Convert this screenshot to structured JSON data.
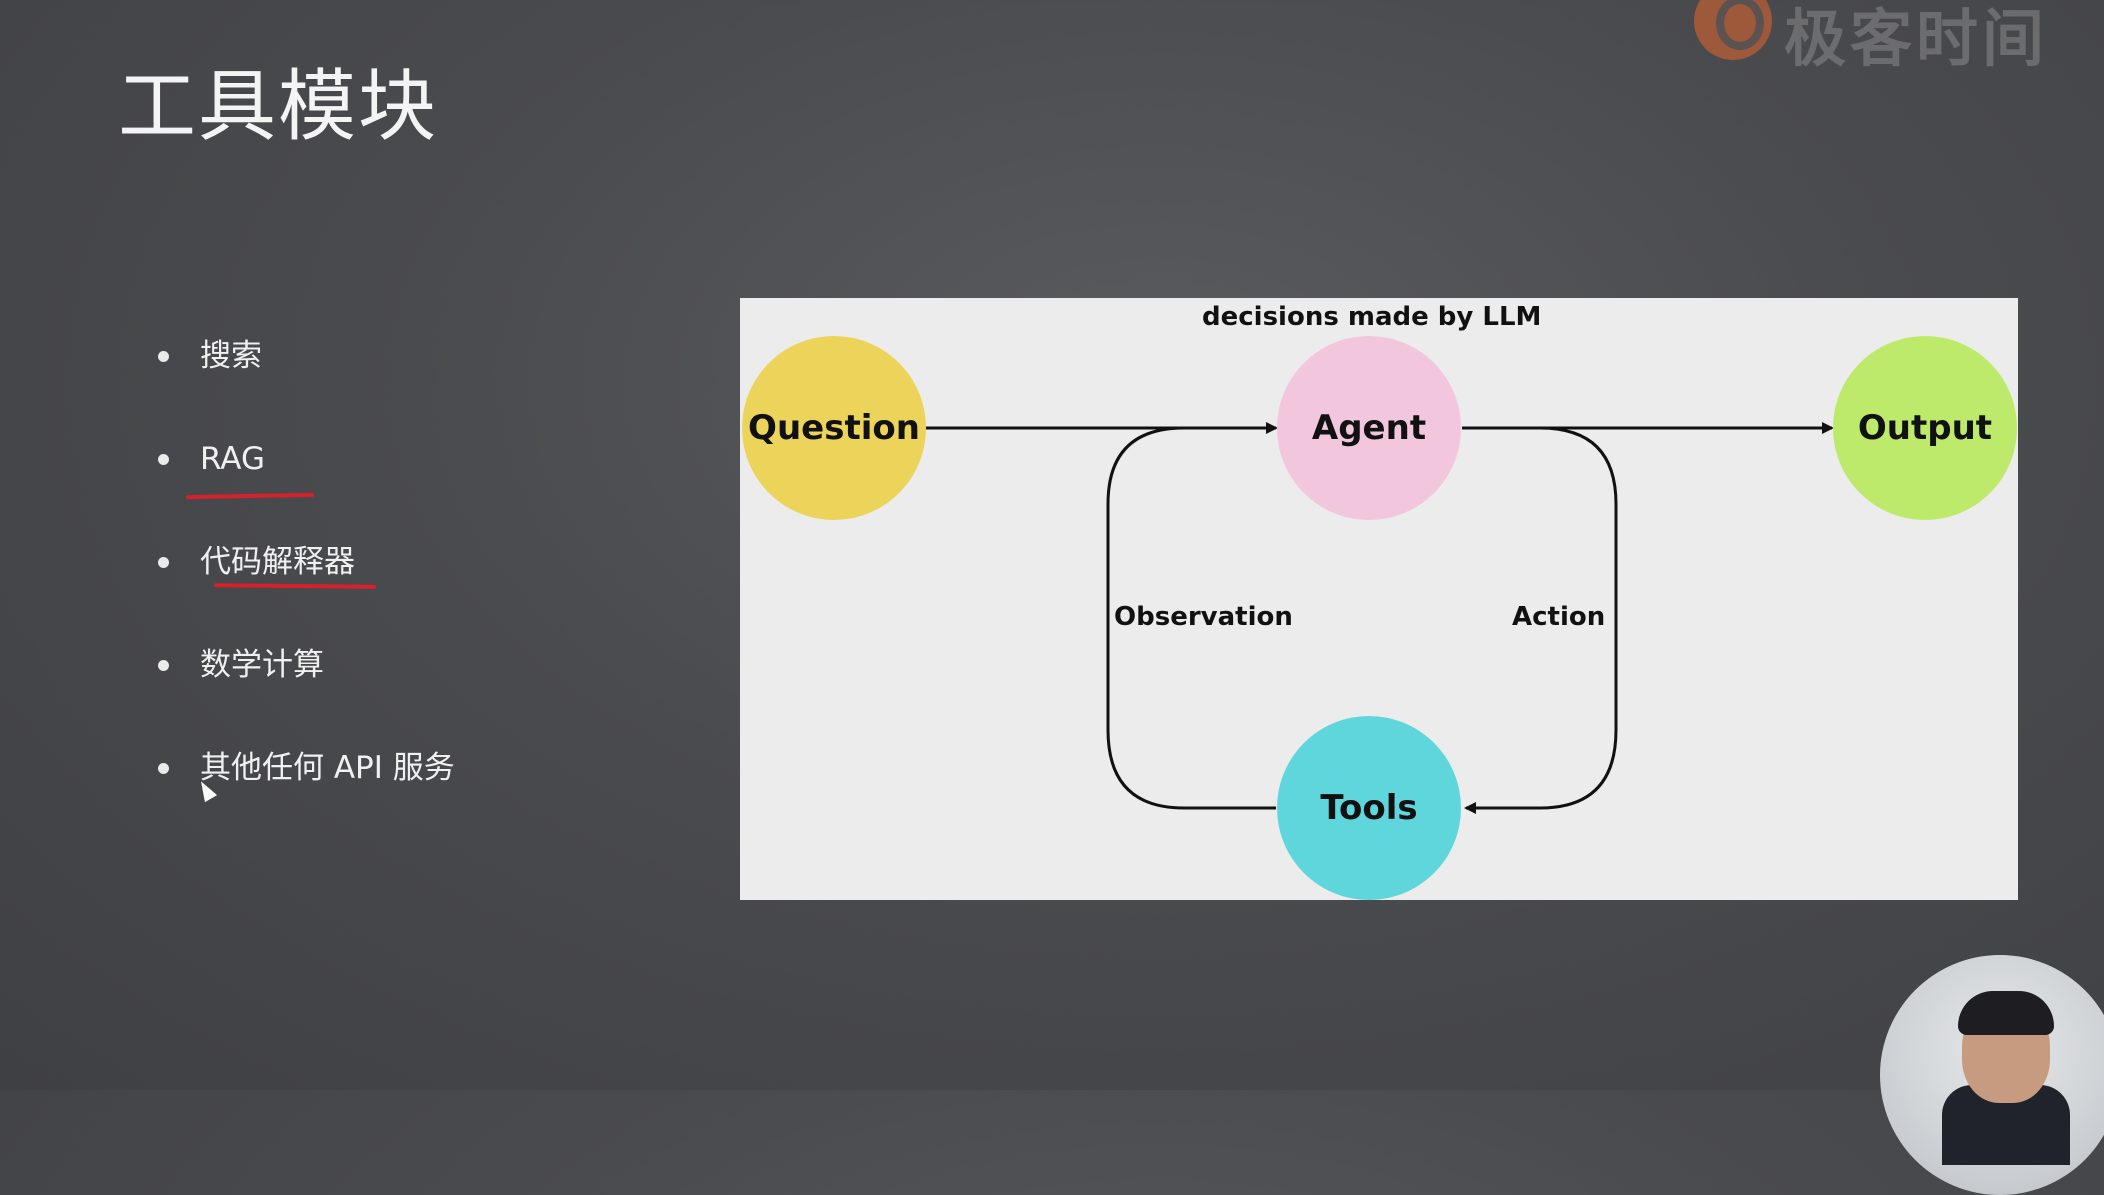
{
  "slide": {
    "title": "工具模块",
    "bullets": [
      {
        "label": "搜索"
      },
      {
        "label": "RAG"
      },
      {
        "label": "代码解释器"
      },
      {
        "label": "数学计算"
      },
      {
        "label": "其他任何 API 服务"
      }
    ]
  },
  "logo": {
    "text": "极客时间"
  },
  "diagram": {
    "caption": "decisions made by LLM",
    "nodes": {
      "question": {
        "label": "Question",
        "color": "#ecd45a"
      },
      "agent": {
        "label": "Agent",
        "color": "#f2c6dd"
      },
      "output": {
        "label": "Output",
        "color": "#bdea6a"
      },
      "tools": {
        "label": "Tools",
        "color": "#5fd6dc"
      }
    },
    "edge_labels": {
      "observation": "Observation",
      "action": "Action"
    }
  },
  "colors": {
    "annotation_red": "#d8202a"
  }
}
